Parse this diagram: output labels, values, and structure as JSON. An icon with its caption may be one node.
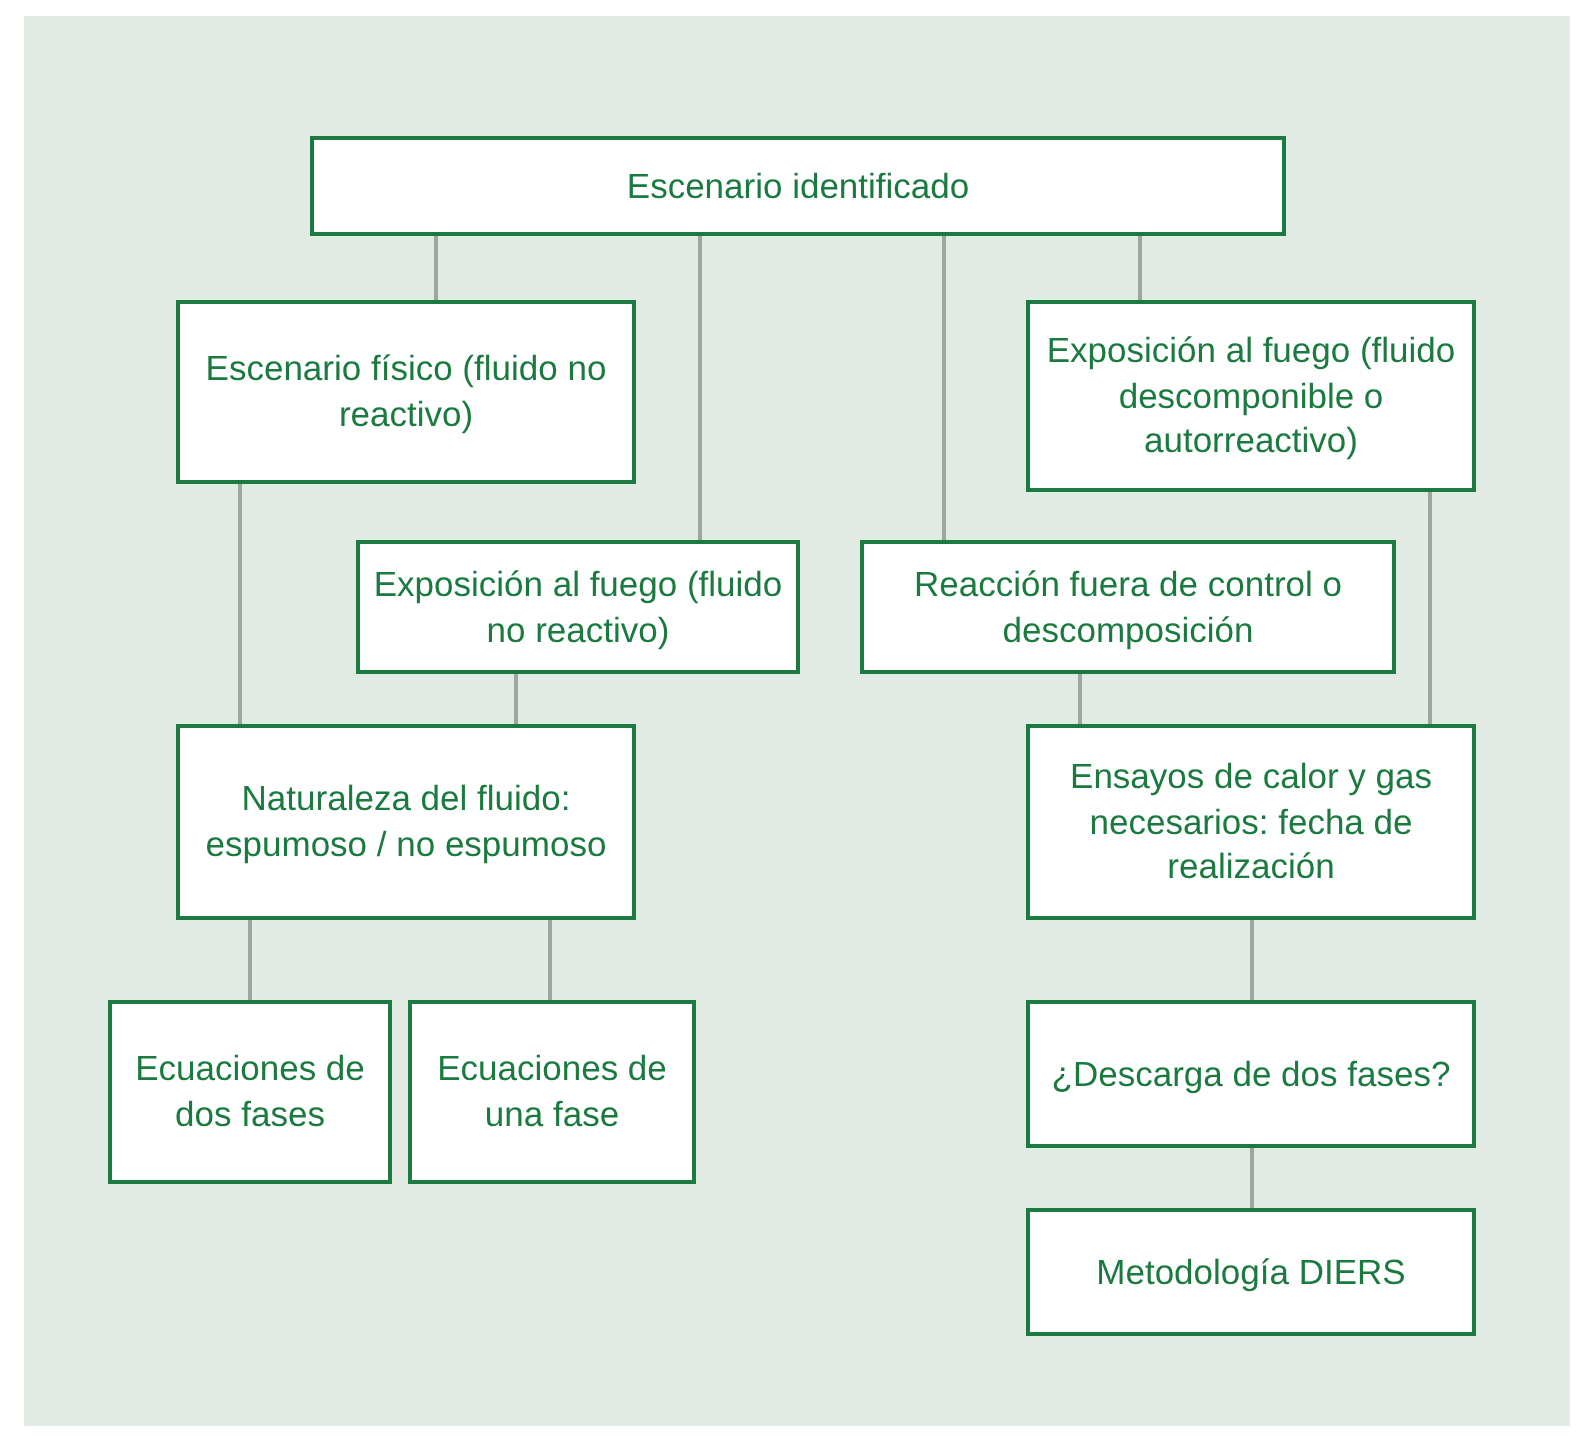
{
  "diagram": {
    "nodes": [
      {
        "text": [
          "Escenario identificado"
        ]
      },
      {
        "text": [
          "Escenario físico (fluido no reactivo)"
        ]
      },
      {
        "text": [
          "Exposición al fuego (fluido no reactivo)"
        ]
      },
      {
        "text": [
          "Reacción fuera de control o descomposición"
        ]
      },
      {
        "text": [
          "Exposición al fuego (fluido descomponible o autorreactivo)"
        ]
      },
      {
        "text": [
          "Naturaleza del fluido: espumoso / no espumoso"
        ]
      },
      {
        "text": [
          "Ensayos de calor y gas necesarios: fecha de realización"
        ]
      },
      {
        "text": [
          "Ecuaciones de dos fases"
        ]
      },
      {
        "text": [
          "Ecuaciones de una fase"
        ]
      },
      {
        "text": [
          "¿Descarga de dos fases?"
        ]
      },
      {
        "text": [
          "Metodología DIERS"
        ]
      }
    ],
    "edges": [
      {
        "from": 0,
        "to": 1,
        "arrow": "none"
      },
      {
        "from": 0,
        "to": 2,
        "arrow": "none"
      },
      {
        "from": 0,
        "to": 3,
        "arrow": "none"
      },
      {
        "from": 0,
        "to": 4,
        "arrow": "none"
      },
      {
        "from": 1,
        "to": 5,
        "arrow": "none"
      },
      {
        "from": 2,
        "to": 5,
        "arrow": "none"
      },
      {
        "from": 3,
        "to": 6,
        "arrow": "none"
      },
      {
        "from": 4,
        "to": 6,
        "arrow": "none"
      },
      {
        "from": 5,
        "to": 7,
        "arrow": "none"
      },
      {
        "from": 5,
        "to": 8,
        "arrow": "none"
      },
      {
        "from": 6,
        "to": 9,
        "arrow": "none"
      },
      {
        "from": 9,
        "to": 10,
        "arrow": "none"
      }
    ]
  }
}
